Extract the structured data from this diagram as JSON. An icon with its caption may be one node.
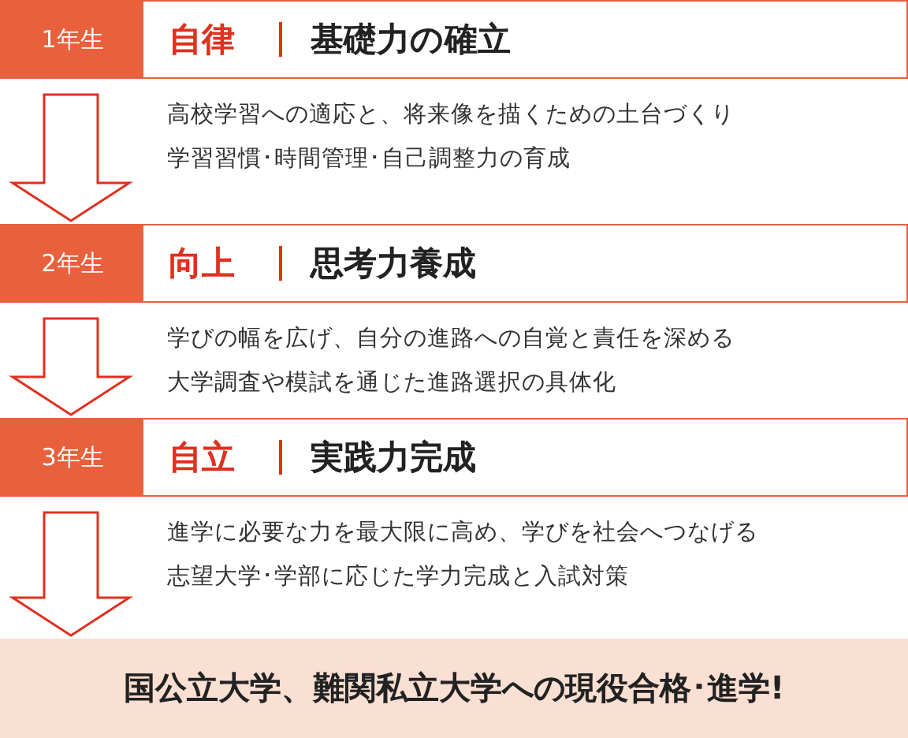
{
  "diagram": {
    "nodes": [
      {
        "text": [
          "1年生",
          "自律",
          "基礎力の確立"
        ],
        "beside": [
          "高校学習への適応と、将来像を描くための土台づくり",
          "学習習慣･時間管理･自己調整力の育成"
        ]
      },
      {
        "text": [
          "2年生",
          "向上",
          "思考力養成"
        ],
        "beside": [
          "学びの幅を広げ、自分の進路への自覚と責任を深める",
          "大学調査や模試を通じた進路選択の具体化"
        ]
      },
      {
        "text": [
          "3年生",
          "自立",
          "実践力完成"
        ],
        "beside": [
          "進学に必要な力を最大限に高め、学びを社会へつなげる",
          "志望大学･学部に応じた学力完成と入試対策"
        ]
      },
      {
        "text": [
          "国公立大学、難関私立大学への現役合格･進学!"
        ]
      }
    ],
    "edges": [
      {
        "from": 0,
        "to": 1,
        "arrow": "to"
      },
      {
        "from": 1,
        "to": 2,
        "arrow": "to"
      },
      {
        "from": 2,
        "to": 3,
        "arrow": "to"
      }
    ]
  }
}
